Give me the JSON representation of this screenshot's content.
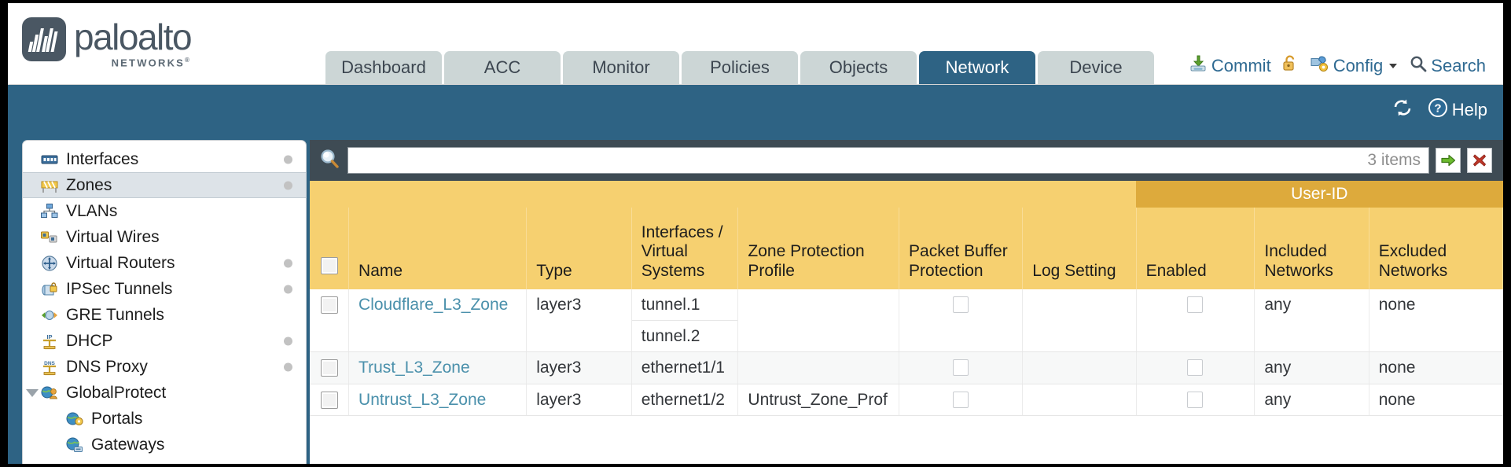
{
  "brand": {
    "name": "paloalto",
    "sub": "NETWORKS",
    "reg": "®"
  },
  "tabs": [
    {
      "label": "Dashboard",
      "active": false
    },
    {
      "label": "ACC",
      "active": false
    },
    {
      "label": "Monitor",
      "active": false
    },
    {
      "label": "Policies",
      "active": false
    },
    {
      "label": "Objects",
      "active": false
    },
    {
      "label": "Network",
      "active": true
    },
    {
      "label": "Device",
      "active": false
    }
  ],
  "top_actions": {
    "commit": "Commit",
    "commit_icon": "commit-download-icon",
    "lock_icon": "unlock-padlock-icon",
    "config": "Config",
    "config_icon": "config-wrench-key-icon",
    "config_caret": "chevron-down-icon",
    "search": "Search",
    "search_icon": "search-magnifier-icon"
  },
  "band": {
    "refresh_icon": "refresh-icon",
    "help": "Help",
    "help_icon": "help-question-icon"
  },
  "sidebar": {
    "items": [
      {
        "label": "Interfaces",
        "icon": "interfaces-icon",
        "dot": true,
        "child": false,
        "selected": false,
        "caret": false
      },
      {
        "label": "Zones",
        "icon": "zones-icon",
        "dot": true,
        "child": false,
        "selected": true,
        "caret": false
      },
      {
        "label": "VLANs",
        "icon": "vlans-icon",
        "dot": false,
        "child": false,
        "selected": false,
        "caret": false
      },
      {
        "label": "Virtual Wires",
        "icon": "virtual-wires-icon",
        "dot": false,
        "child": false,
        "selected": false,
        "caret": false
      },
      {
        "label": "Virtual Routers",
        "icon": "virtual-routers-icon",
        "dot": true,
        "child": false,
        "selected": false,
        "caret": false
      },
      {
        "label": "IPSec Tunnels",
        "icon": "ipsec-tunnels-icon",
        "dot": true,
        "child": false,
        "selected": false,
        "caret": false
      },
      {
        "label": "GRE Tunnels",
        "icon": "gre-tunnels-icon",
        "dot": false,
        "child": false,
        "selected": false,
        "caret": false
      },
      {
        "label": "DHCP",
        "icon": "dhcp-icon",
        "dot": true,
        "child": false,
        "selected": false,
        "caret": false
      },
      {
        "label": "DNS Proxy",
        "icon": "dns-proxy-icon",
        "dot": true,
        "child": false,
        "selected": false,
        "caret": false
      },
      {
        "label": "GlobalProtect",
        "icon": "globalprotect-icon",
        "dot": false,
        "child": false,
        "selected": false,
        "caret": true
      },
      {
        "label": "Portals",
        "icon": "portals-icon",
        "dot": false,
        "child": true,
        "selected": false,
        "caret": false
      },
      {
        "label": "Gateways",
        "icon": "gateways-icon",
        "dot": false,
        "child": true,
        "selected": false,
        "caret": false
      }
    ]
  },
  "search": {
    "value": "",
    "placeholder": "",
    "icon": "search-magnifier-icon",
    "items_count": "3 items",
    "apply_icon": "green-arrow-apply-icon",
    "clear_icon": "red-x-clear-icon"
  },
  "table": {
    "group_header": {
      "label": "User-ID",
      "span": 3
    },
    "columns": [
      {
        "key": "checkbox",
        "label": ""
      },
      {
        "key": "name",
        "label": "Name"
      },
      {
        "key": "type",
        "label": "Type"
      },
      {
        "key": "interfaces",
        "label": "Interfaces / Virtual Systems"
      },
      {
        "key": "zone_protection_profile",
        "label": "Zone Protection Profile"
      },
      {
        "key": "packet_buffer_protection",
        "label": "Packet Buffer Protection"
      },
      {
        "key": "log_setting",
        "label": "Log Setting"
      },
      {
        "key": "enabled",
        "label": "Enabled"
      },
      {
        "key": "included_networks",
        "label": "Included Networks"
      },
      {
        "key": "excluded_networks",
        "label": "Excluded Networks"
      }
    ],
    "rows": [
      {
        "selected": false,
        "name": "Cloudflare_L3_Zone",
        "type": "layer3",
        "interfaces": [
          "tunnel.1",
          "tunnel.2"
        ],
        "zone_protection_profile": "",
        "packet_buffer_protection": false,
        "log_setting": "",
        "enabled": false,
        "included_networks": "any",
        "excluded_networks": "none"
      },
      {
        "selected": false,
        "name": "Trust_L3_Zone",
        "type": "layer3",
        "interfaces": [
          "ethernet1/1"
        ],
        "zone_protection_profile": "",
        "packet_buffer_protection": false,
        "log_setting": "",
        "enabled": false,
        "included_networks": "any",
        "excluded_networks": "none"
      },
      {
        "selected": false,
        "name": "Untrust_L3_Zone",
        "type": "layer3",
        "interfaces": [
          "ethernet1/2"
        ],
        "zone_protection_profile": "Untrust_Zone_Prof",
        "packet_buffer_protection": false,
        "log_setting": "",
        "enabled": false,
        "included_networks": "any",
        "excluded_networks": "none"
      }
    ]
  },
  "colors": {
    "brand_blue": "#2e6384",
    "header_gold": "#f6d070",
    "group_gold": "#ddaa3c",
    "tab_inactive": "#ccd6d6",
    "link": "#4a90ab",
    "panel_dark": "#3e4b54"
  }
}
